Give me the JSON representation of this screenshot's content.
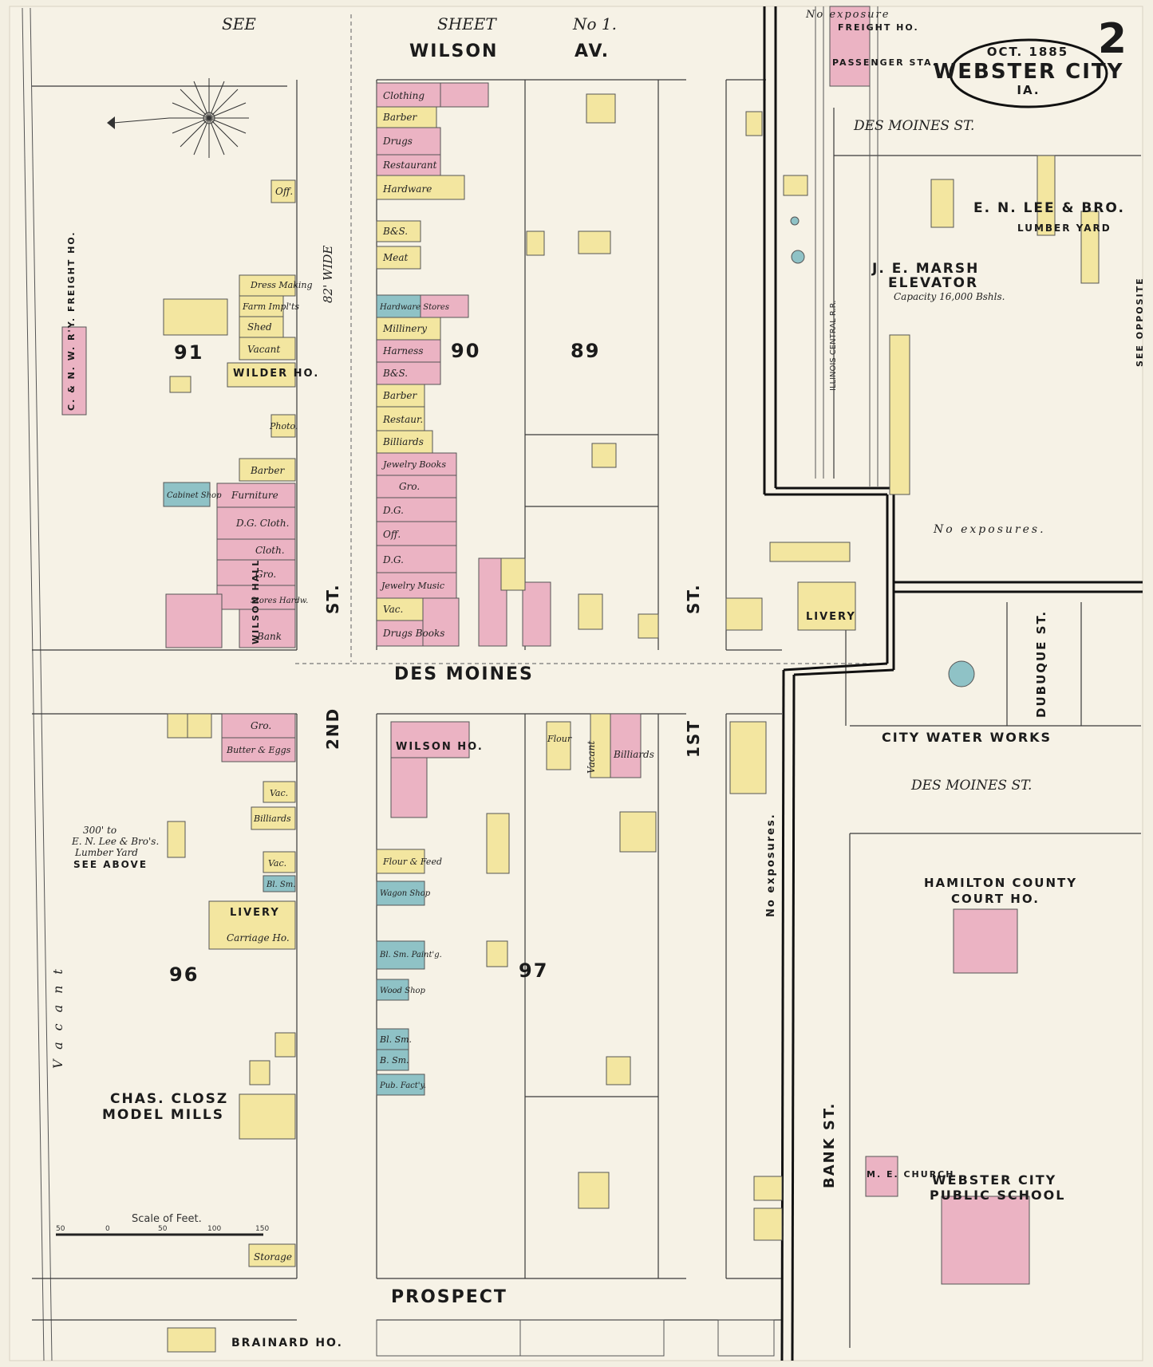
{
  "title": {
    "city": "WEBSTER CITY",
    "state": "IA.",
    "date": "OCT. 1885",
    "sheet_number": "2"
  },
  "top_note": {
    "see": "SEE",
    "sheet": "SHEET",
    "no": "No 1."
  },
  "streets": {
    "wilson_av_1": "WILSON",
    "wilson_av_2": "AV.",
    "des_moines_main": "DES MOINES",
    "des_moines_st_upper": "DES MOINES   ST.",
    "des_moines_st_lower": "DES MOINES  ST.",
    "second_st": "2ND",
    "second_st_b": "ST.",
    "second_wide": "82' WIDE",
    "first_st": "1ST",
    "first_st_b": "ST.",
    "bank_st": "BANK   ST.",
    "dubuque_st": "DUBUQUE ST.",
    "prospect": "PROSPECT",
    "brainard": "BRAINARD HO."
  },
  "blocks": {
    "b91": "91",
    "b90": "90",
    "b89": "89",
    "b96": "96",
    "b97": "97"
  },
  "landmarks": {
    "freight_house": "FREIGHT HO.",
    "passenger_sta": "PASSENGER STA.",
    "cnw_freight": "C. & N. W. R'Y. FREIGHT HO.",
    "marsh_1": "J. E. MARSH",
    "marsh_2": "ELEVATOR",
    "marsh_cap": "Capacity 16,000 Bshls.",
    "lee_1": "E. N. LEE & BRO.",
    "lee_2": "LUMBER YARD",
    "water_works": "CITY WATER WORKS",
    "court_1": "HAMILTON COUNTY",
    "court_2": "COURT HO.",
    "school_1": "WEBSTER CITY",
    "school_2": "PUBLIC SCHOOL",
    "me_church": "M. E. CHURCH",
    "wilson_hall": "WILSON HALL",
    "wilson_ho": "WILSON HO.",
    "wilder_ho": "WILDER HO.",
    "livery_1": "LIVERY",
    "livery_2": "LIVERY",
    "closz_1": "CHAS. CLOSZ",
    "closz_2": "MODEL MILLS",
    "lee_note_1": "300' to",
    "lee_note_2": "E. N. Lee & Bro's.",
    "lee_note_3": "Lumber Yard",
    "lee_note_4": "SEE ABOVE",
    "no_exposure": "No exposure",
    "no_exposures": "No exposures.",
    "vacant": "Vacant",
    "see_opposite": "SEE OPPOSITE",
    "ill_central": "ILLINOIS CENTRAL R.R."
  },
  "buildings_block90": [
    "Clothing",
    "Barber",
    "Drugs",
    "Restaurant",
    "Hardware",
    "B&S.",
    "Meat",
    "Hardware Stores",
    "Millinery",
    "Harness",
    "B&S.",
    "Barber",
    "Restaur.",
    "Billiards",
    "Jewelry Books",
    "Gro.",
    "D.G.",
    "Off.",
    "D.G.",
    "Jewelry Music",
    "Vac.",
    "Drugs Books"
  ],
  "buildings_block91": [
    "Off.",
    "Dress Making",
    "Farm Impl'ts",
    "Shed",
    "Vacant",
    "Photo.",
    "Barber",
    "Cabinet Shop",
    "Furniture",
    "D.G. Cloth.",
    "Cloth.",
    "Gro.",
    "Stores Hardw.",
    "Bank"
  ],
  "buildings_block96": [
    "Gro.",
    "Butter & Eggs",
    "Vac.",
    "Billiards",
    "Vac.",
    "Bl. Sm.",
    "Carriage Ho.",
    "Storage"
  ],
  "buildings_block97": [
    "Flour & Feed",
    "Wagon Shop",
    "Bl. Sm. Paint'g.",
    "Wood Shop",
    "Bl. Sm.",
    "B. Sm.",
    "Pub. Fact'y.",
    "Flour",
    "Vacant",
    "Billiards"
  ],
  "scale": {
    "label": "Scale of Feet.",
    "ticks": [
      "50",
      "0",
      "50",
      "100",
      "150"
    ]
  },
  "legend_colors": {
    "brick": "#ebb3c3",
    "frame": "#f3e6a0",
    "stone": "#8fc2c6"
  }
}
